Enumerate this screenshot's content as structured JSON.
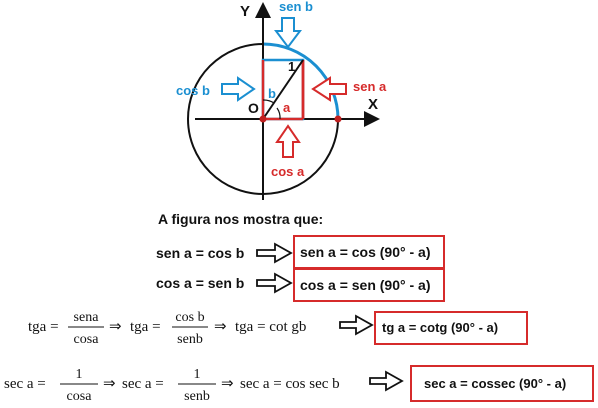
{
  "diagram": {
    "axis_y_label": "Y",
    "axis_x_label": "X",
    "origin_label": "O",
    "radius_label": "1",
    "angle_a_label": "a",
    "angle_b_label": "b",
    "sen_b_label": "sen b",
    "cos_b_label": "cos b",
    "sen_a_label": "sen a",
    "cos_a_label": "cos a",
    "colors": {
      "blue": "#1b8fd1",
      "red": "#d62b2b",
      "dark": "#111111"
    },
    "icons": [
      "arrow-down-icon",
      "arrow-right-icon",
      "arrow-left-icon",
      "arrow-up-icon"
    ]
  },
  "statements": {
    "heading": "A figura nos mostra que:",
    "row1_left": "sen a = cos b",
    "row1_right": "sen a = cos (90° - a)",
    "row2_left": "cos a = sen b",
    "row2_right": "cos a = sen (90° - a)"
  },
  "formulas": {
    "tg": {
      "lhs1": "tga =",
      "num1": "sena",
      "den1": "cosa",
      "lhs2": "tga =",
      "num2": "cos b",
      "den2": "senb",
      "tail": "tga = cot gb",
      "result": "tg a = cotg (90° - a)"
    },
    "sec": {
      "lhs1": "sec a =",
      "num1": "1",
      "den1": "cosa",
      "lhs2": "sec a =",
      "num2": "1",
      "den2": "senb",
      "tail": "sec a = cos sec b",
      "result": "sec a = cossec (90° - a)"
    },
    "implies": "⇒"
  }
}
